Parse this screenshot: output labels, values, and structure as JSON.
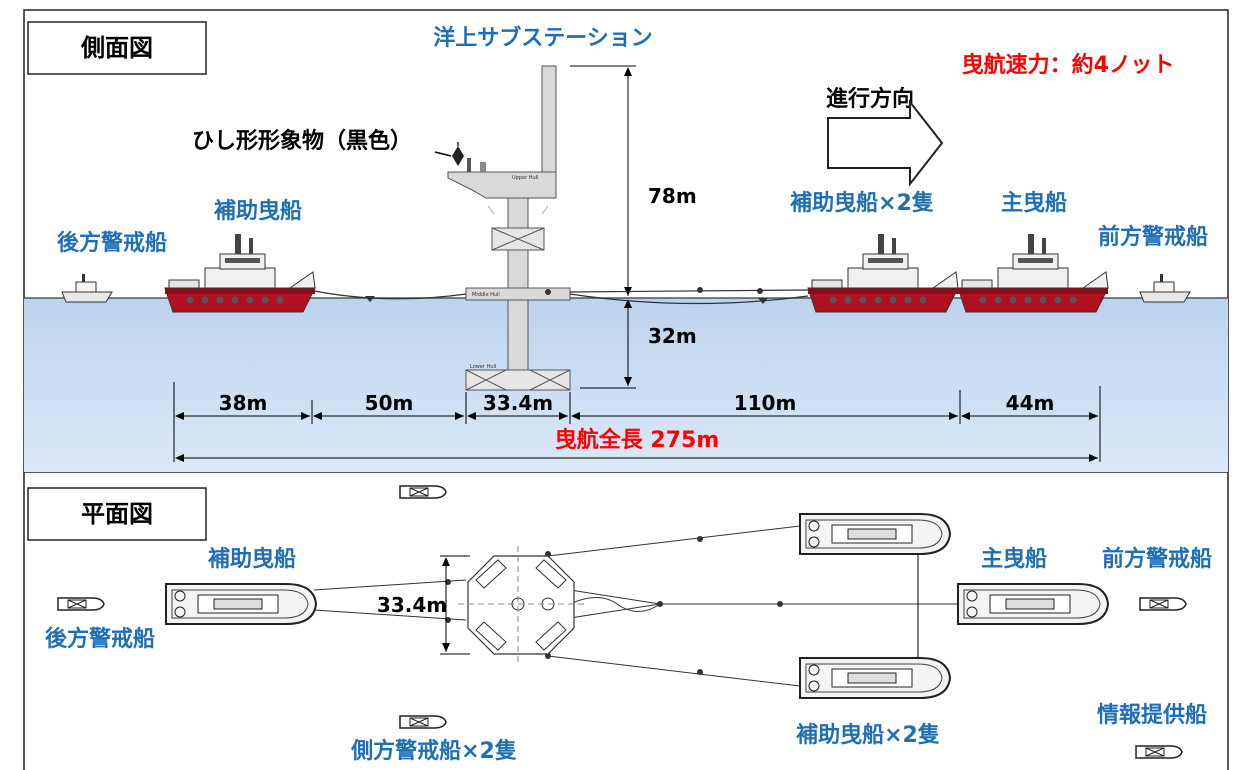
{
  "colors": {
    "label_blue": "#1f6fb7",
    "alert_red": "#ff0000",
    "sea_top": "#bcd3ee",
    "sea_bottom": "#dde9f7",
    "hull_red": "#b01020",
    "structure_gray": "#d9d9d9"
  },
  "side_view": {
    "title": "側面図",
    "substation_label": "洋上サブステーション",
    "speed_label": "曳航速力：約4ノット",
    "direction_label": "進行方向",
    "shape_label": "ひし形形象物（黒色）",
    "height_above": "78m",
    "depth_below": "32m",
    "rear_guard": "後方警戒船",
    "assist_tug": "補助曳船",
    "assist_tug_x2": "補助曳船×2隻",
    "main_tug": "主曳船",
    "front_guard": "前方警戒船",
    "segments": [
      "38m",
      "50m",
      "33.4m",
      "110m",
      "44m"
    ],
    "total_length": "曳航全長 275m",
    "hull_labels": [
      "Upper Hull",
      "Middle Hull",
      "Lower Hull"
    ]
  },
  "plan_view": {
    "title": "平面図",
    "assist_tug": "補助曳船",
    "rear_guard": "後方警戒船",
    "width": "33.4m",
    "main_tug": "主曳船",
    "front_guard": "前方警戒船",
    "side_guard": "側方警戒船×2隻",
    "assist_tug_x2": "補助曳船×2隻",
    "info_vessel": "情報提供船"
  }
}
